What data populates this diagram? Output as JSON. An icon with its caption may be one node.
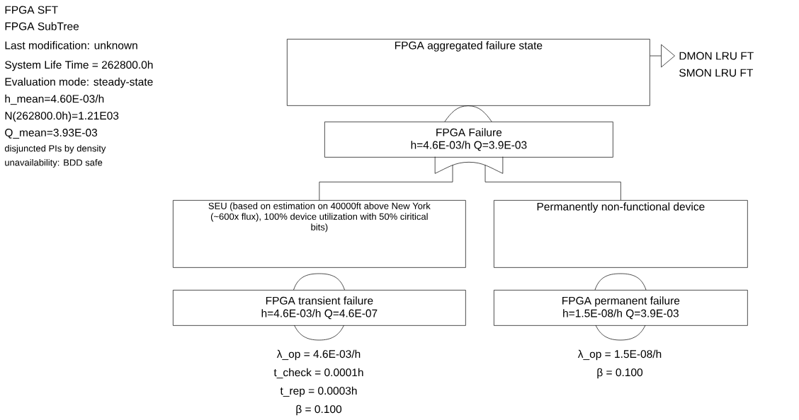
{
  "diagram": {
    "nodes": [
      {
        "text": [
          "FPGA aggregated failure state"
        ]
      },
      {
        "text": [],
        "shape": "triangle",
        "beside": [
          "DMON LRU FT",
          "SMON LRU FT"
        ]
      },
      {
        "text": [],
        "shape": "arc"
      },
      {
        "text": [
          "FPGA Failure",
          "h=4.6E-03/h Q=3.9E-03"
        ]
      },
      {
        "text": [],
        "shape": "gate"
      },
      {
        "text": [
          "SEU (based on estimation on 40000ft above New York (~600x flux), 100% device utilization with 50% ciritical bits)"
        ]
      },
      {
        "text": [
          "Permanently non-functional device"
        ]
      },
      {
        "text": [
          "FPGA transient failure",
          "h=4.6E-03/h Q=4.6E-07"
        ],
        "beside": [
          "λ_op = 4.6E-03/h",
          "t_check = 0.0001h",
          "t_rep = 0.0003h",
          "β = 0.100"
        ]
      },
      {
        "text": [
          "FPGA permanent failure",
          "h=1.5E-08/h Q=3.9E-03"
        ],
        "beside": [
          "λ_op = 1.5E-08/h",
          "β = 0.100"
        ]
      }
    ],
    "edges": [
      {
        "from": 0,
        "to": 1,
        "arrow": "none"
      },
      {
        "from": 4,
        "to": 5,
        "arrow": "none"
      },
      {
        "from": 4,
        "to": 6,
        "arrow": "none"
      }
    ],
    "labels": [
      "FPGA SFT",
      "FPGA SubTree",
      "Last modification: unknown",
      "System Life Time = 262800.0h",
      "Evaluation mode: steady-state",
      "h_mean=4.60E-03/h",
      "N(262800.0h)=1.21E03",
      "Q_mean=3.93E-03",
      "disjuncted PIs by density",
      "unavailability: BDD safe"
    ]
  }
}
